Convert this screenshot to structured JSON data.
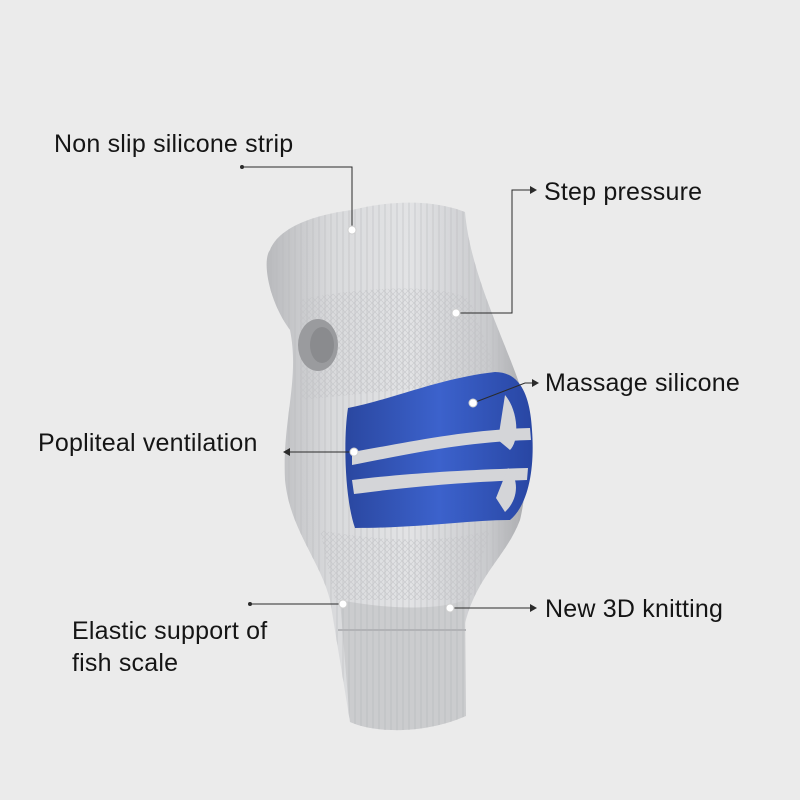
{
  "colors": {
    "background": "#ebebeb",
    "sleeve": "#cfd0d3",
    "sleeve_shadow": "#a6a7aa",
    "silicone_pad": "#2f54b8",
    "text": "#151515"
  },
  "callouts": {
    "non_slip": "Non slip silicone strip",
    "step_pressure": "Step pressure",
    "massage": "Massage silicone",
    "popliteal": "Popliteal ventilation",
    "knitting": "New 3D knitting",
    "elastic_line1": "Elastic support of",
    "elastic_line2": "fish scale"
  }
}
